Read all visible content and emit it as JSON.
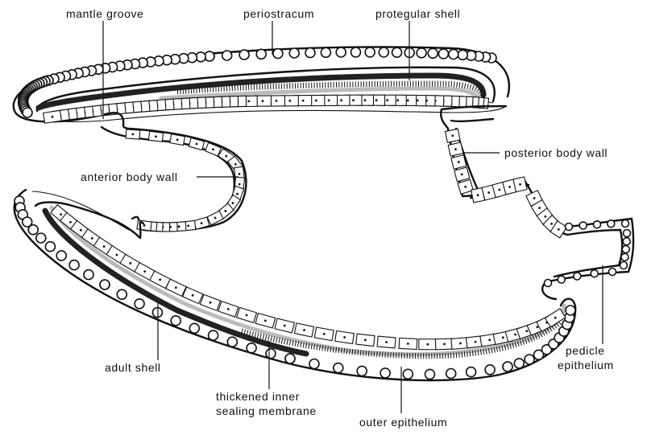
{
  "labels": {
    "mantle_groove": "mantle groove",
    "periostracum": "periostracum",
    "protegular_shell": "protegular shell",
    "posterior_body_wall": "posterior body wall",
    "anterior_body_wall": "anterior body wall",
    "pedicle_epithelium_line1": "pedicle",
    "pedicle_epithelium_line2": "epithelium",
    "adult_shell": "adult shell",
    "thickened_line1": "thickened inner",
    "thickened_line2": "sealing membrane",
    "outer_epithelium": "outer epithelium"
  }
}
